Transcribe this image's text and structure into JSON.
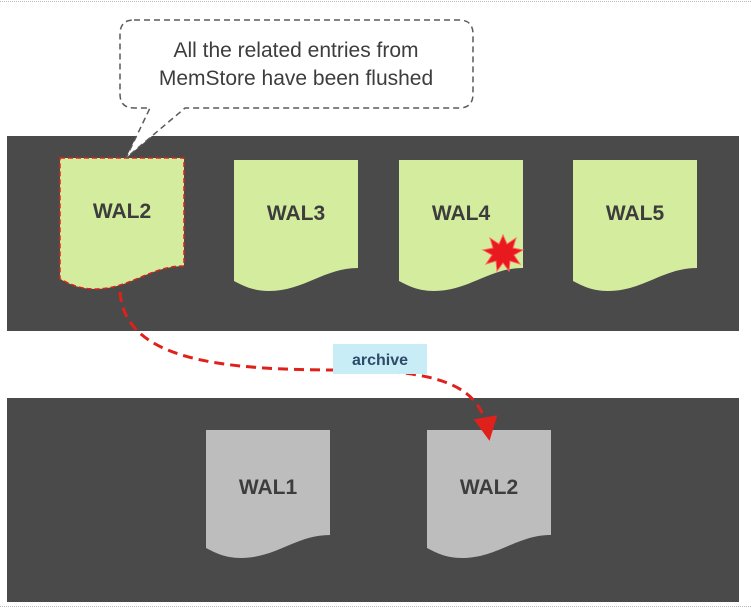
{
  "callout": {
    "line1": "All the related entries from",
    "line2": "MemStore have been flushed"
  },
  "active_wals": [
    {
      "label": "WAL2",
      "state": "flushed"
    },
    {
      "label": "WAL3",
      "state": "active"
    },
    {
      "label": "WAL4",
      "state": "active-error"
    },
    {
      "label": "WAL5",
      "state": "active"
    }
  ],
  "archived_wals": [
    {
      "label": "WAL1"
    },
    {
      "label": "WAL2"
    }
  ],
  "archive_label": "archive",
  "colors": {
    "panel": "#4a4a4a",
    "active_doc": "#d4ec9e",
    "archived_doc": "#bdbdbd",
    "arrow": "#e0201b",
    "archive_tag": "#c9edf6",
    "burst": "#e8191f"
  },
  "icons": {
    "burst": "explosion-burst-icon"
  }
}
